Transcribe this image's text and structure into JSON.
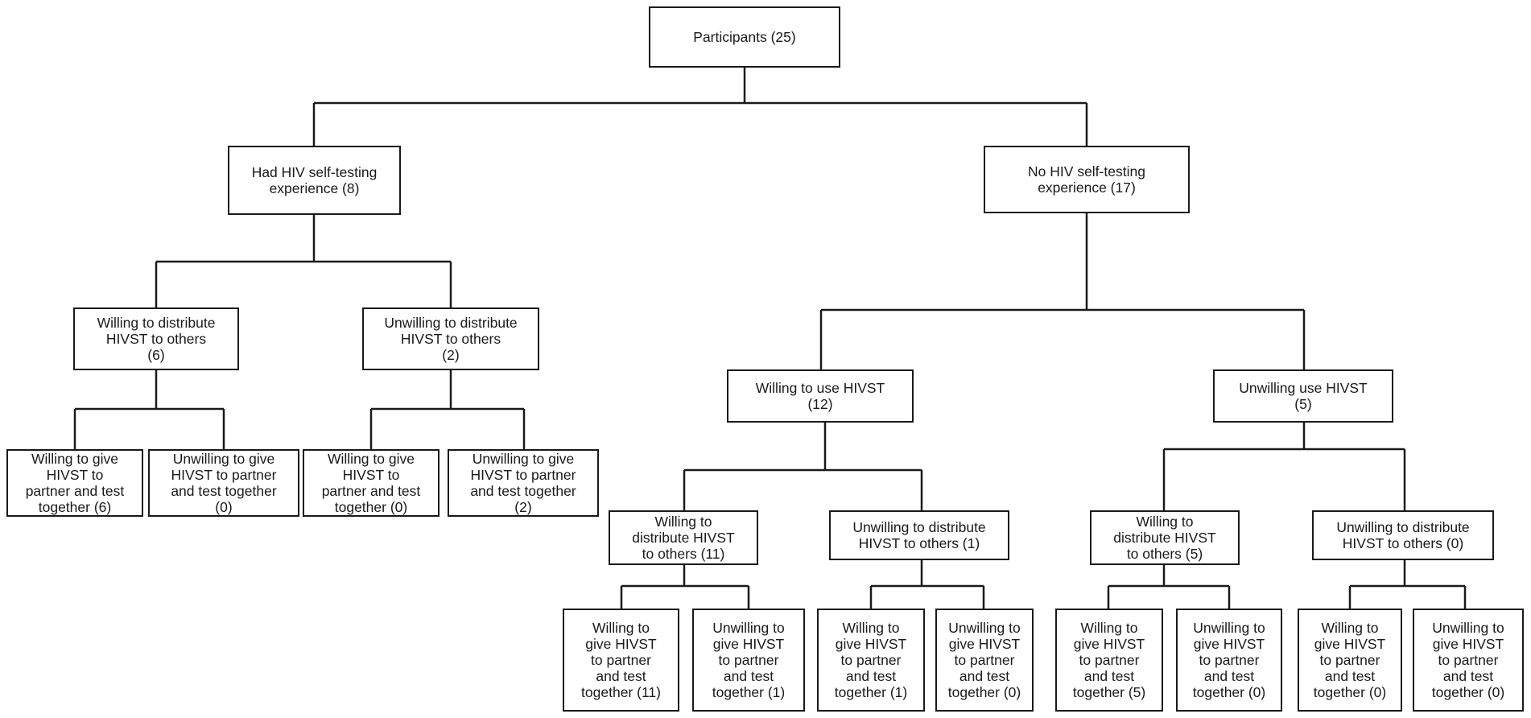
{
  "diagram": {
    "root": {
      "label": "Participants (25)"
    },
    "level1": [
      {
        "label": "Had HIV self-testing\nexperience (8)"
      },
      {
        "label": "No HIV self-testing\nexperience (17)"
      }
    ],
    "experienced_distribution": [
      {
        "label": "Willing to distribute\nHIVST to others\n(6)"
      },
      {
        "label": "Unwilling to distribute\nHIVST to others\n(2)"
      }
    ],
    "experienced_partner": [
      {
        "label": "Willing to give\nHIVST to\npartner and test\ntogether (6)"
      },
      {
        "label": "Unwilling to give\nHIVST to partner\nand test together\n(0)"
      },
      {
        "label": "Willing to give\nHIVST to\npartner and test\ntogether (0)"
      },
      {
        "label": "Unwilling to give\nHIVST to partner\nand test together\n(2)"
      }
    ],
    "inexperienced_use": [
      {
        "label": "Willing to use HIVST\n(12)"
      },
      {
        "label": "Unwilling use HIVST\n(5)"
      }
    ],
    "inexperienced_distribution": [
      {
        "label": "Willing to\ndistribute HIVST\nto others (11)"
      },
      {
        "label": "Unwilling to distribute\nHIVST to others (1)"
      },
      {
        "label": "Willing to\ndistribute HIVST\nto others (5)"
      },
      {
        "label": "Unwilling to distribute\nHIVST to others (0)"
      }
    ],
    "inexperienced_partner": [
      {
        "label": "Willing to\ngive HIVST\nto partner\nand test\ntogether (11)"
      },
      {
        "label": "Unwilling to\ngive HIVST\nto partner\nand test\ntogether (1)"
      },
      {
        "label": "Willing to\ngive HIVST\nto partner\nand test\ntogether (1)"
      },
      {
        "label": "Unwilling to\ngive HIVST\nto partner\nand test\ntogether (0)"
      },
      {
        "label": "Willing to\ngive HIVST\nto partner\nand test\ntogether (5)"
      },
      {
        "label": "Unwilling to\ngive HIVST\nto partner\nand test\ntogether (0)"
      },
      {
        "label": "Willing to\ngive HIVST\nto partner\nand test\ntogether (0)"
      },
      {
        "label": "Unwilling to\ngive HIVST\nto partner\nand test\ntogether (0)"
      }
    ]
  }
}
